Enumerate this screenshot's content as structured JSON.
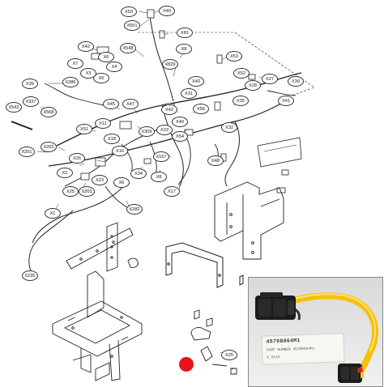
{
  "colors": {
    "line": "#222222",
    "highlight_marker": "#e8141a",
    "photo_background": "#e9e9e9",
    "wire_insulation": "#f3c20a",
    "connector_body": "#1b1b1b"
  },
  "callouts": [
    "X50",
    "X49",
    "X551",
    "X81",
    "X42",
    "X548",
    "X7",
    "X6",
    "X4",
    "X3",
    "X6",
    "X829",
    "X53",
    "X8",
    "X52",
    "X27",
    "X30",
    "X39",
    "X386",
    "X337",
    "X28",
    "X31",
    "X40",
    "X41",
    "X542",
    "X568",
    "X45",
    "X47",
    "X42",
    "X56",
    "X32",
    "X51",
    "X11",
    "X49",
    "X35",
    "X18",
    "X309",
    "X23",
    "X54",
    "X201",
    "X202",
    "X26",
    "X16",
    "X167",
    "X48",
    "X2",
    "X23",
    "X6",
    "X34",
    "X8",
    "X25",
    "X203",
    "X17",
    "X282",
    "X1",
    "X235",
    "X25"
  ],
  "photo": {
    "label_lines": [
      "45798864M1",
      "PART NUMBER 45798864M1",
      "X 0123"
    ]
  }
}
